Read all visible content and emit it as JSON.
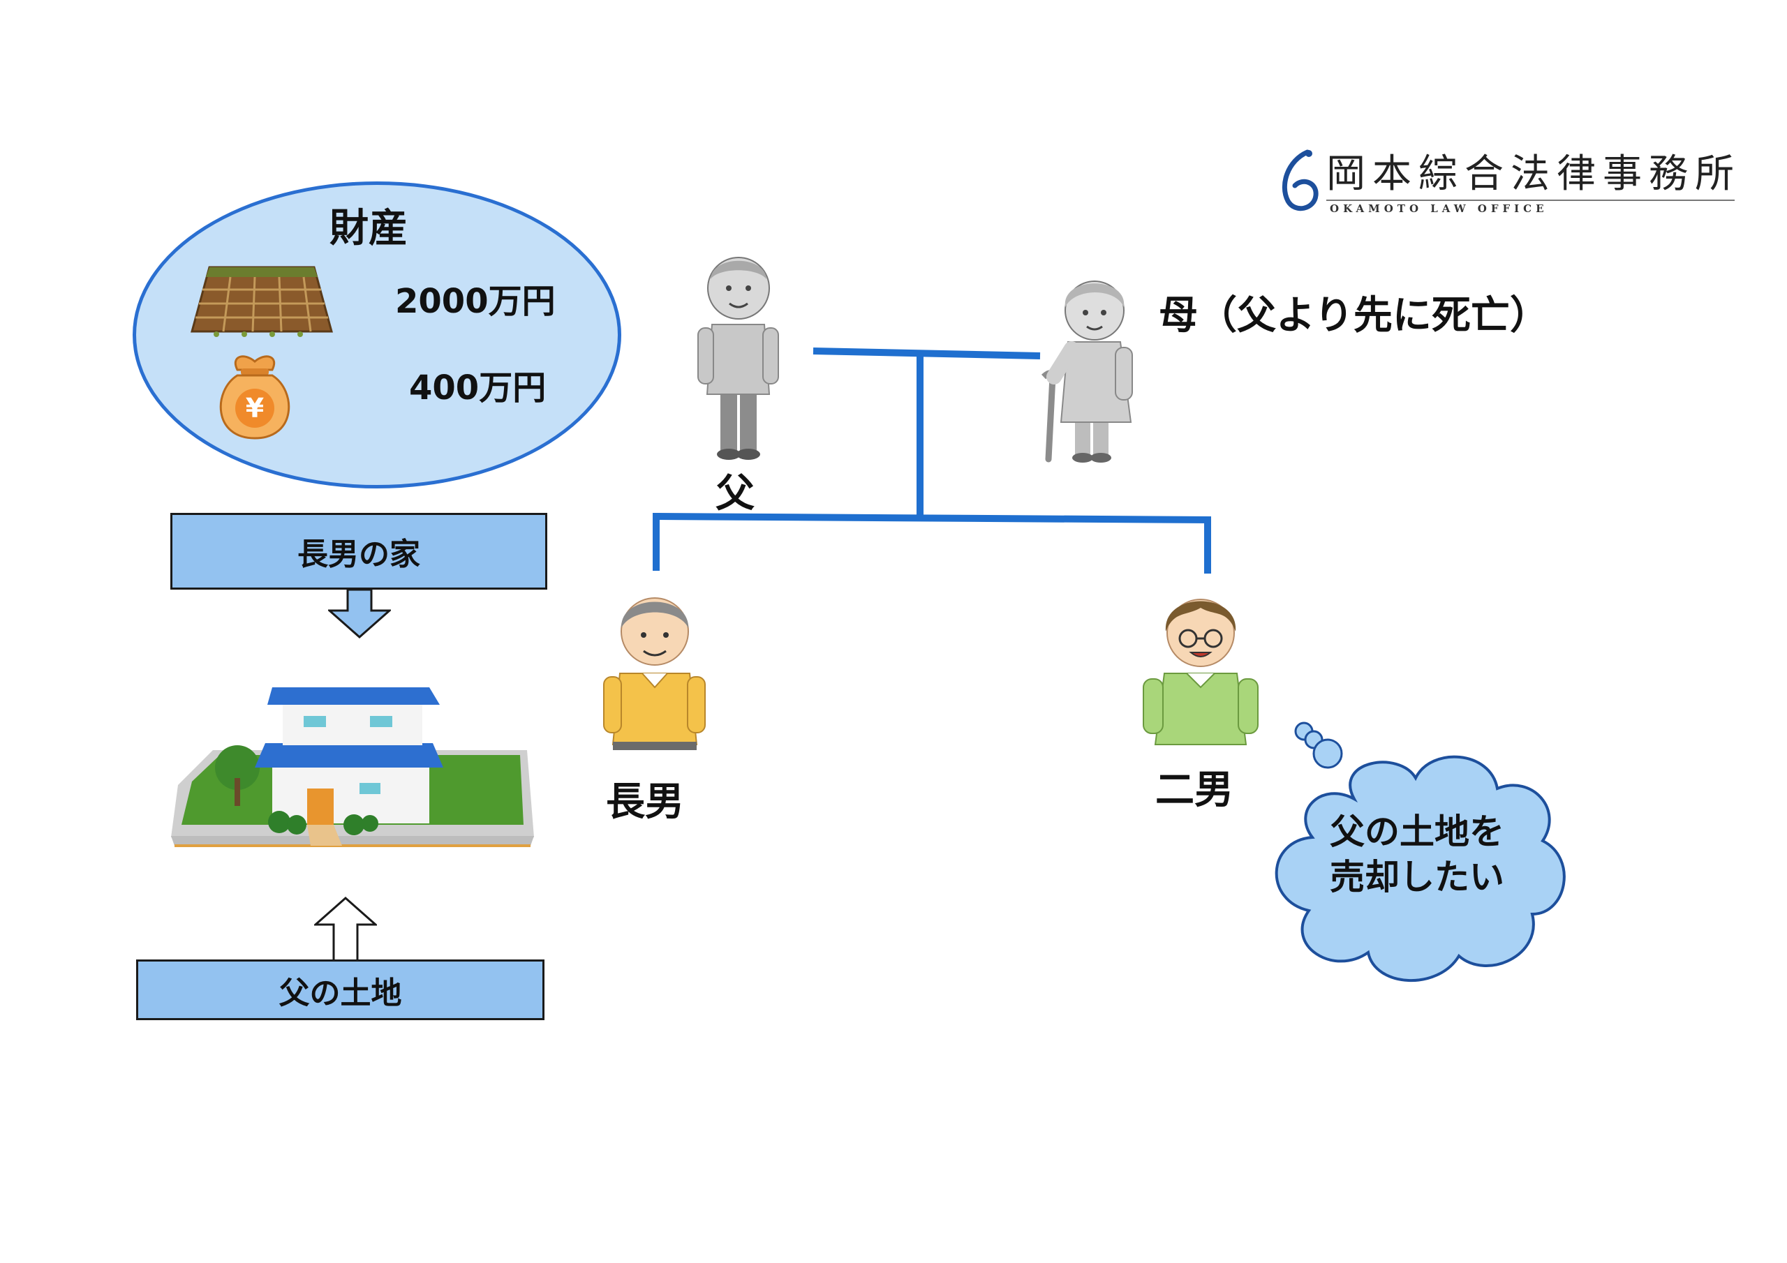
{
  "logo": {
    "name_ja": "岡本綜合法律事務所",
    "name_en": "OKAMOTO LAW OFFICE"
  },
  "property": {
    "title": "財産",
    "land_value": "2000万円",
    "cash_value": "400万円"
  },
  "boxes": {
    "eldest_house": "長男の家",
    "father_land": "父の土地"
  },
  "people": {
    "father": "父",
    "mother": "母（父より先に死亡）",
    "eldest_son": "長男",
    "second_son": "二男"
  },
  "speech_bubble": {
    "line1": "父の土地を",
    "line2": "売却したい"
  },
  "colors": {
    "tree_line": "#1f6fcf",
    "box_fill": "#93c2f0",
    "ellipse_fill": "#c5e0f8",
    "cloud_fill": "#a9d2f5"
  }
}
